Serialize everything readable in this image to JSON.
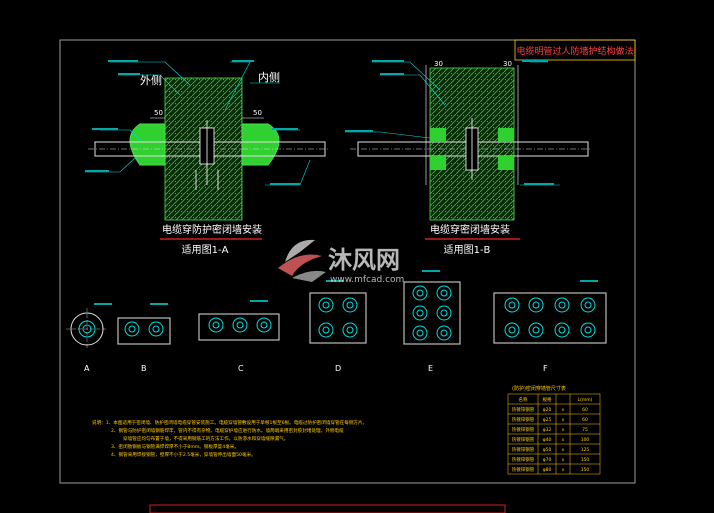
{
  "title_block": {
    "text": "电缆明管过人防墙护结构做法"
  },
  "detail_a": {
    "label_outer": "外侧",
    "label_inner": "内侧",
    "dim_left": "50",
    "dim_right": "50",
    "caption": "电缆穿防护密闭墙安装",
    "subcaption": "适用图1-A"
  },
  "detail_b": {
    "dim_left": "30",
    "dim_right": "30",
    "caption": "电缆穿密闭墙安装",
    "subcaption": "适用图1-B"
  },
  "sections": [
    "A",
    "B",
    "C",
    "D",
    "E",
    "F"
  ],
  "notes": [
    "说明：1、本图适用于密闭墙、防护密闭墙电缆穿管安装施工。电缆穿墙管敷设用于单根1根至6根。电缆过防护密闭墙穿管在每侧方片。",
    "2、钢管与防护密闭墙钢筋焊牢，管内不得有杂物。电缆穿护墙应进行防水。墙两端采用密封胶封堵处理。外侧电缆",
    "穿墙管应均匀布置于墙，不得采用钢筋工的方法工作。以防渗水和穿墙缝隙漏气。",
    "3、密闭肋钢板与钢管满焊焊厚不小于8mm。钢板厚度4毫米。",
    "4、钢管采用焊接钢管，壁厚不小于2.5毫米，穿墙管伸出墙面50毫米。"
  ],
  "table": {
    "title": "(防护)密闭穿墙管尺寸表",
    "headers": [
      "名称",
      "规格",
      "",
      "L(mm)"
    ],
    "rows": [
      [
        "热镀锌钢管",
        "φ20",
        "x",
        "60"
      ],
      [
        "热镀锌钢管",
        "φ25",
        "x",
        "60"
      ],
      [
        "热镀锌钢管",
        "φ32",
        "x",
        "75"
      ],
      [
        "热镀锌钢管",
        "φ40",
        "x",
        "100"
      ],
      [
        "热镀锌钢管",
        "φ50",
        "x",
        "125"
      ],
      [
        "热镀锌钢管",
        "φ70",
        "x",
        "150"
      ],
      [
        "热镀锌钢管",
        "φ80",
        "x",
        "150"
      ]
    ]
  },
  "watermark": {
    "brand": "沐风网",
    "url": "www.mfcad.com"
  }
}
